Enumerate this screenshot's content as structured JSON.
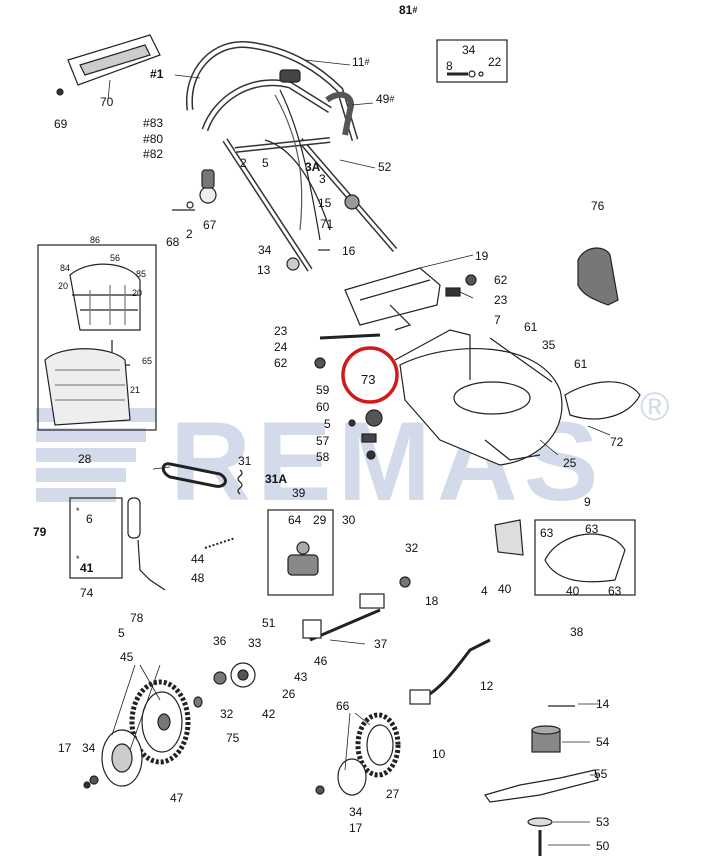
{
  "brand": {
    "watermark": "REMAS",
    "registered": "®",
    "watermark_color": "#3b5ea8",
    "highlight_color": "#d11a1a"
  },
  "highlight": {
    "part": "73"
  },
  "labels": {
    "p81": "81",
    "p1": "1",
    "p11": "11",
    "p49": "49",
    "p70": "70",
    "p69": "69",
    "p8": "8",
    "p34a": "34",
    "p22": "22",
    "p83": "83",
    "p80": "80",
    "p82": "82",
    "p2a": "2",
    "p5a": "5",
    "p3a": "3A",
    "p3": "3",
    "p52": "52",
    "p15": "15",
    "p68": "68",
    "p2b": "2",
    "p67": "67",
    "p71": "71",
    "p76": "76",
    "p86": "86",
    "p56": "56",
    "p84": "84",
    "p85": "85",
    "p20a": "20",
    "p20b": "20",
    "p65": "65",
    "p21": "21",
    "p34b": "34",
    "p16": "16",
    "p13": "13",
    "p19": "19",
    "p62a": "62",
    "p23a": "23",
    "p7": "7",
    "p61a": "61",
    "p35": "35",
    "p61b": "61",
    "p23b": "23",
    "p24": "24",
    "p62b": "62",
    "p73": "73",
    "p59": "59",
    "p60": "60",
    "p5b": "5",
    "p57": "57",
    "p58": "58",
    "p72": "72",
    "p28": "28",
    "p31": "31",
    "p31a": "31A",
    "p25": "25",
    "p39": "39",
    "p64": "64",
    "p29": "29",
    "p30": "30",
    "p79": "79",
    "p6": "6",
    "p41": "41",
    "p44": "44",
    "p48": "48",
    "p9": "9",
    "p63a": "63",
    "p63b": "63",
    "p63c": "63",
    "p4": "4",
    "p40a": "40",
    "p40b": "40",
    "p32a": "32",
    "p18": "18",
    "p74": "74",
    "p78": "78",
    "p5c": "5",
    "p51": "51",
    "p37": "37",
    "p38": "38",
    "p36": "36",
    "p33": "33",
    "p46": "46",
    "p43": "43",
    "p45": "45",
    "p26": "26",
    "p32b": "32",
    "p42": "42",
    "p75": "75",
    "p12": "12",
    "p14": "14",
    "p66": "66",
    "p10": "10",
    "p54": "54",
    "p17a": "17",
    "p34c": "34",
    "p47": "47",
    "p27": "27",
    "p55": "55",
    "p34d": "34",
    "p17b": "17",
    "p53": "53",
    "p50": "50"
  },
  "markers": {
    "hash": "#",
    "star": "*"
  }
}
